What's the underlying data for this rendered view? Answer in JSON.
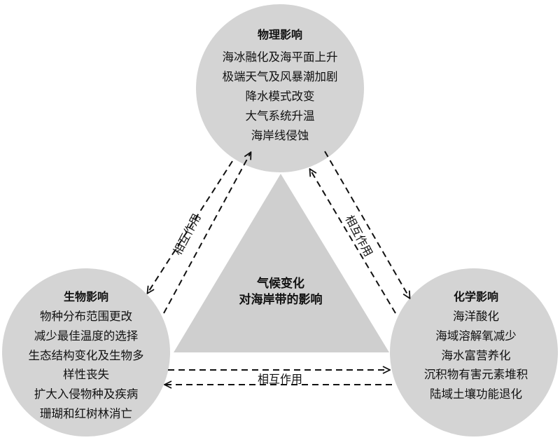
{
  "colors": {
    "node_fill": "#d4d4d4",
    "center_fill": "#cfcfcf",
    "text": "#111111",
    "arrow": "#111111"
  },
  "center": {
    "lines": [
      "气候变化",
      "对海岸带的影响"
    ]
  },
  "nodes": {
    "physical": {
      "title": "物理影响",
      "items": [
        "海冰融化及海平面上升",
        "极端天气及风暴潮加剧",
        "降水模式改变",
        "大气系统升温",
        "海岸线侵蚀"
      ]
    },
    "biological": {
      "title": "生物影响",
      "items": [
        "物种分布范围更改",
        "减少最佳温度的选择",
        "生态结构变化及生物多",
        "样性丧失",
        "扩大入侵物种及疾病",
        "珊瑚和红树林消亡"
      ]
    },
    "chemical": {
      "title": "化学影响",
      "items": [
        "海洋酸化",
        "海域溶解氧减少",
        "海水富营养化",
        "沉积物有害元素堆积",
        "陆域土壤功能退化"
      ]
    }
  },
  "edges": {
    "left": "相互作用",
    "right": "相互作用",
    "bottom": "相互作用"
  }
}
